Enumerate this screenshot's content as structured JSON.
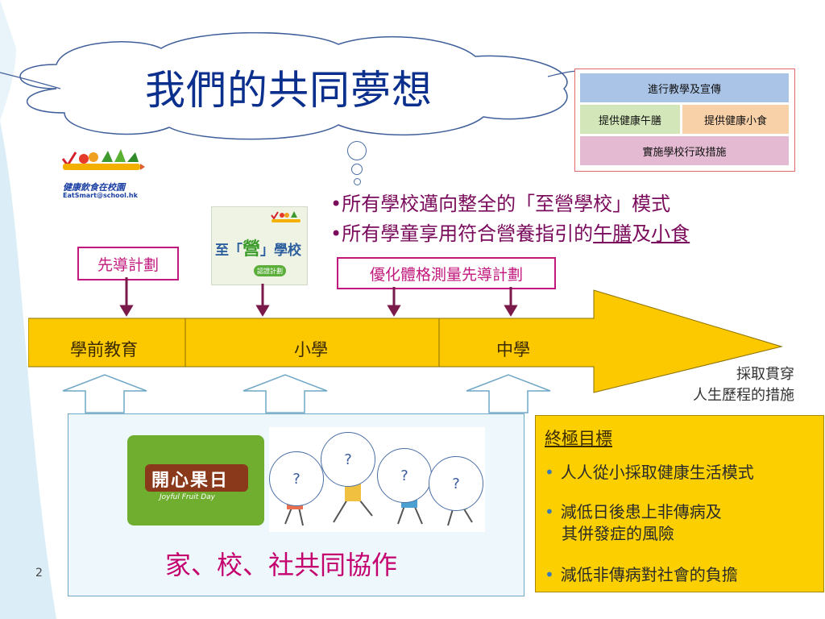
{
  "title": "我們的共同夢想",
  "legend": {
    "top": "進行教學及宣傳",
    "mid_left": "提供健康午膳",
    "mid_right": "提供健康小食",
    "bottom": "實施學校行政措施"
  },
  "logo": {
    "name_zh": "健康飲食在校園",
    "url_text": "EatSmart@school.hk"
  },
  "cert": {
    "text_left": "至",
    "text_mid": "營",
    "text_right": "學校",
    "badge": "認證計劃"
  },
  "goals": {
    "line1": "•所有學校邁向整全的「至營學校」模式",
    "line2_prefix": "•所有學童享用符合營養指引的",
    "line2_u1": "午膳",
    "line2_mid": "及",
    "line2_u2": "小食"
  },
  "labels": {
    "pilot": "先導計劃",
    "fitness": "優化體格測量先導計劃"
  },
  "stages": [
    "學前教育",
    "小學",
    "中學"
  ],
  "side_note": [
    "採取貫穿",
    "人生歷程的措施"
  ],
  "bottom": {
    "fruit_logo_text": "開心果日",
    "fruit_logo_sub": "Joyful Fruit Day",
    "question": "?",
    "collab": "家、校、社共同協作"
  },
  "ultimate": {
    "title": "終極目標",
    "items": [
      "人人從小採取健康生活模式",
      "減低日後患上非傳病及",
      "其併發症的風險",
      "減低非傳病對社會的負擔"
    ]
  },
  "page_number": "2",
  "colors": {
    "title_blue": "#0b2f8c",
    "magenta": "#c2187d",
    "arrow_yellow": "#fcc800",
    "legend_blue": "#a9c4e6",
    "legend_green": "#d3e6b9",
    "legend_orange": "#f9d1a8",
    "legend_pink": "#e3bad1"
  }
}
